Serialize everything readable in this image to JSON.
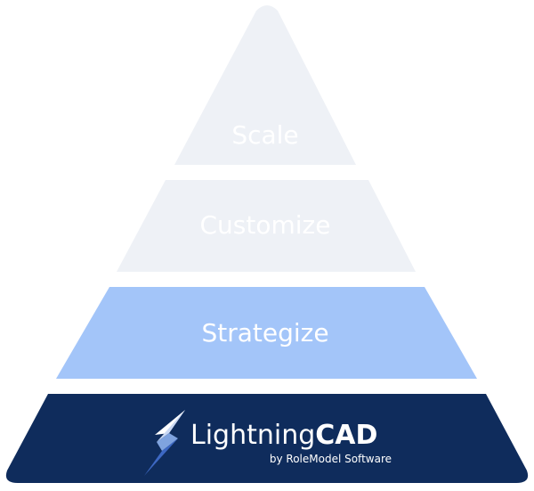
{
  "tiers": {
    "scale": {
      "label": "Scale",
      "color": "#eef1f6"
    },
    "customize": {
      "label": "Customize",
      "color": "#eef1f6"
    },
    "strategize": {
      "label": "Strategize",
      "color": "#a3c5f9"
    },
    "base": {
      "color": "#0f2c5c"
    }
  },
  "logo": {
    "name_light": "Lightning",
    "name_bold": "CAD",
    "byline": "by RoleModel Software",
    "bolt_colors": [
      "#ffffff",
      "#c9d8f4",
      "#7fa3df",
      "#3d68c3"
    ]
  }
}
